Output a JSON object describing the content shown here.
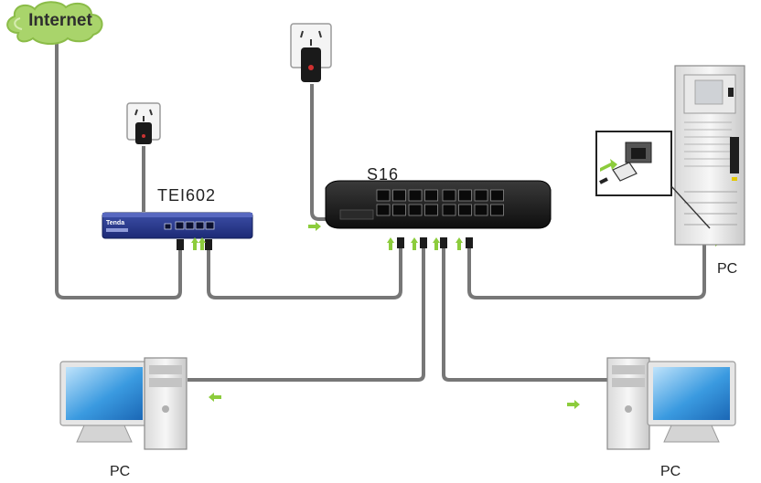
{
  "labels": {
    "internet": "Internet",
    "router": "TEI602",
    "switch": "S16",
    "pc_right": "PC",
    "pc_bottom_left": "PC",
    "pc_bottom_right": "PC"
  },
  "router_brand": "Tenda",
  "colors": {
    "cable": "#777777",
    "arrow": "#8ccc3c",
    "cloud": "#a8d26a",
    "router_body": "#2a3b8f",
    "switch_body": "#1e1e1e",
    "monitor_screen": "#3a9ae0"
  }
}
